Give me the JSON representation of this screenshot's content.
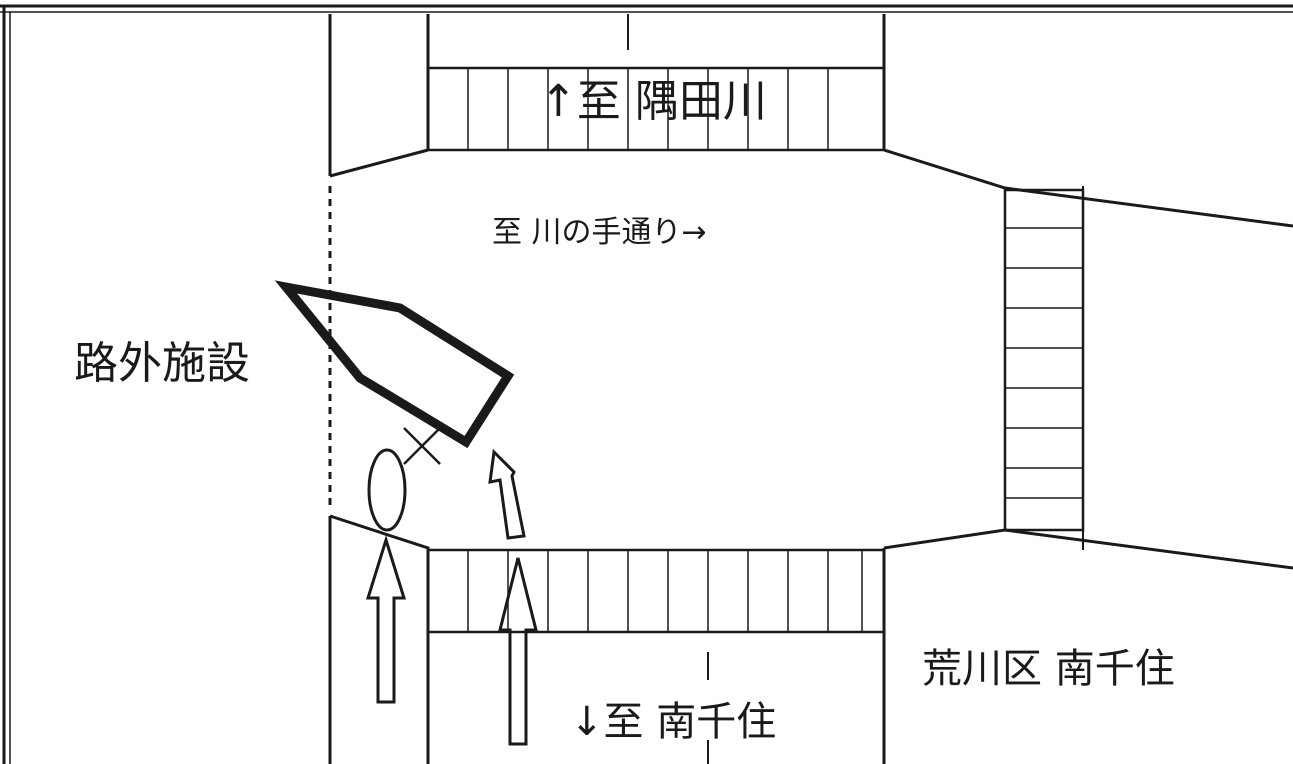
{
  "labels": {
    "to_sumida_river": "↑至 隅田川",
    "to_kawanote_street": "至 川の手通り→",
    "off_road_facility": "路外施設",
    "to_minamisenju": "↓至 南千住",
    "district": "荒川区 南千住"
  },
  "colors": {
    "line": "#1a1a1a",
    "background": "#ffffff"
  }
}
